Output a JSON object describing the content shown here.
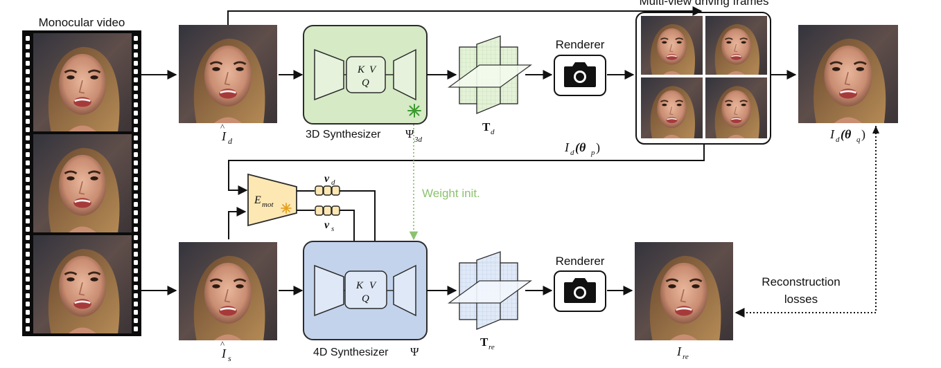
{
  "labels": {
    "monocular_video": "Monocular video",
    "multiview_frames": "Multi-view driving frames",
    "renderer_top": "Renderer",
    "renderer_bottom": "Renderer",
    "synth3d_name": "3D Synthesizer ",
    "synth3d_sym": "Ψ",
    "synth3d_sub": "3d",
    "synth4d_name": "4D Synthesizer ",
    "synth4d_sym": "Ψ",
    "weight_init": "Weight init.",
    "reconstruction_line1": "Reconstruction",
    "reconstruction_line2": "losses"
  },
  "math": {
    "Id_hat_base": "I",
    "Id_hat_sub": "d",
    "Is_hat_base": "I",
    "Is_hat_sub": "s",
    "T_d_base": "T",
    "T_d_sub": "d",
    "T_re_base": "T",
    "T_re_sub": "re",
    "Id_theta_p_base": "I",
    "Id_theta_p_sub": "d",
    "Id_theta_p_arg": "(θ",
    "Id_theta_p_argsub": "p",
    "Id_theta_p_close": ")",
    "Id_theta_q_base": "I",
    "Id_theta_q_sub": "d",
    "Id_theta_q_arg": "(θ",
    "Id_theta_q_argsub": "q",
    "Id_theta_q_close": ")",
    "I_re_base": "I",
    "I_re_sub": "re",
    "E_mot_base": "E",
    "E_mot_sub": "mot",
    "v_d_base": "v",
    "v_d_sub": "d",
    "v_s_base": "v",
    "v_s_sub": "s",
    "K": "K",
    "V": "V",
    "Q": "Q"
  },
  "colors": {
    "synth3d_fill": "#d5eac5",
    "synth3d_stroke": "#2b2b2b",
    "synth4d_fill": "#c3d3ec",
    "snowflake_green": "#3d9a2f",
    "snowflake_orange": "#e6a11e",
    "emot_fill": "#fde8b4",
    "weight_init": "#8cc26f",
    "plane_green": "#dff0d2",
    "plane_blue": "#dbe6f6"
  },
  "icons": [
    "camera-icon",
    "camera-icon",
    "snowflake-icon",
    "snowflake-icon",
    "film-strip-icon",
    "face-photo"
  ]
}
